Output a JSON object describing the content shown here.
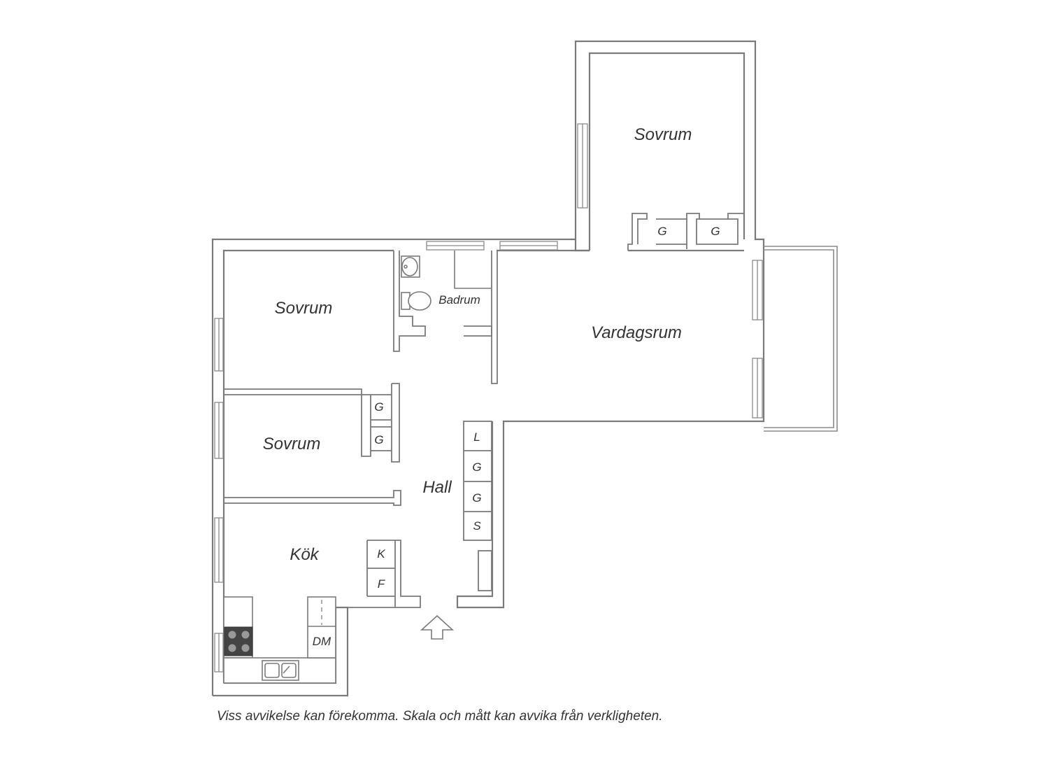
{
  "rooms": {
    "sovrum_top": "Sovrum",
    "sovrum_left": "Sovrum",
    "sovrum_middle": "Sovrum",
    "vardagsrum": "Vardagsrum",
    "badrum": "Badrum",
    "hall": "Hall",
    "kok": "Kök"
  },
  "storage": {
    "g": "G",
    "l": "L",
    "s": "S",
    "k": "K",
    "f": "F",
    "dm": "DM"
  },
  "icons": [
    "entrance-arrow-icon",
    "stove-icon",
    "sink-icon",
    "toilet-icon",
    "washbasin-icon"
  ],
  "disclaimer": "Viss avvikelse kan förekomma. Skala och mått kan avvika från verkligheten."
}
